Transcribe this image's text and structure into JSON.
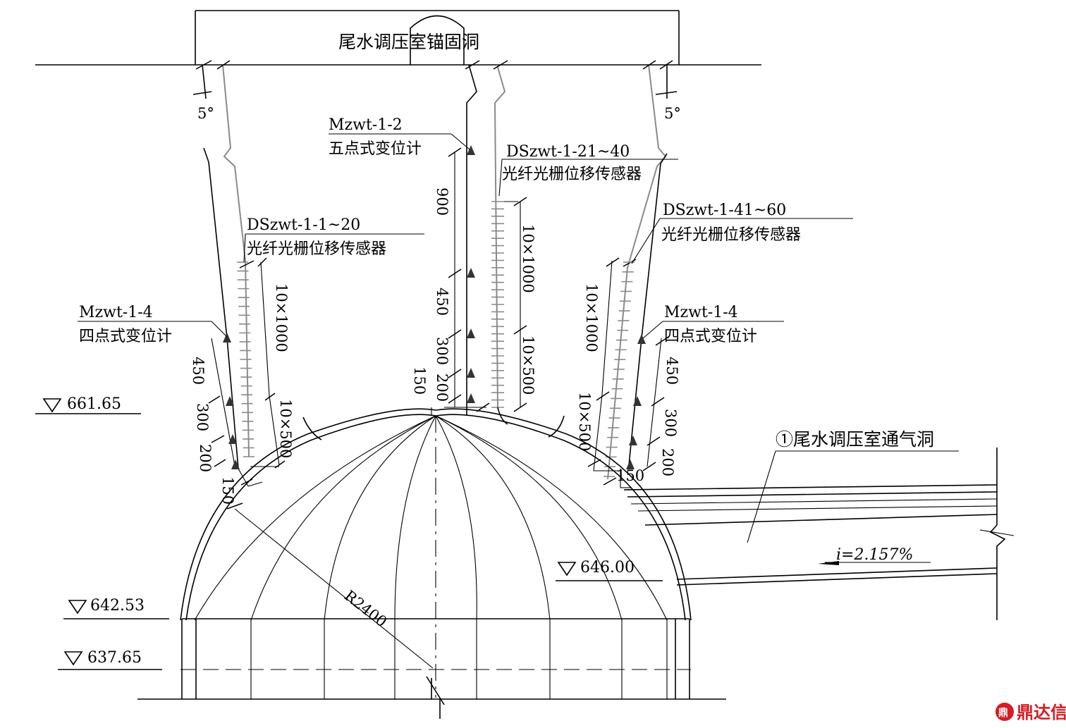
{
  "labels": {
    "anchor_tunnel": "尾水调压室锚固洞",
    "vent_tunnel": "①尾水调压室通气洞",
    "slope_i": "i=2.157%",
    "radius": "R2400",
    "angle_left": "5°",
    "angle_right": "5°"
  },
  "instruments": {
    "left_sensor_id": "DSzwt-1-1~20",
    "left_sensor_type": "光纤光栅位移传感器",
    "center_sensor_id": "DSzwt-1-21~40",
    "center_sensor_type": "光纤光栅位移传感器",
    "right_sensor_id": "DSzwt-1-41~60",
    "right_sensor_type": "光纤光栅位移传感器",
    "center_ext_id": "Mzwt-1-2",
    "center_ext_type": "五点式变位计",
    "left_ext_id": "Mzwt-1-4",
    "left_ext_type": "四点式变位计",
    "right_ext_id": "Mzwt-1-4",
    "right_ext_type": "四点式变位计"
  },
  "elevations": {
    "e1": "661.65",
    "e2": "646.00",
    "e3": "642.53",
    "e4": "637.65"
  },
  "dimensions": {
    "c900": "900",
    "c450": "450",
    "c300": "300",
    "c200": "200",
    "c150": "150",
    "c10x1000": "10×1000",
    "c10x500": "10×500",
    "l450": "450",
    "l300": "300",
    "l200": "200",
    "l150": "150",
    "l10x1000": "10×1000",
    "l10x500": "10×500",
    "r450": "450",
    "r300": "300",
    "r200": "200",
    "r150": "150",
    "r10x1000": "10×1000",
    "r10x500": "10×500"
  },
  "watermark": {
    "text": "鼎达信",
    "color": "#d41d24"
  }
}
